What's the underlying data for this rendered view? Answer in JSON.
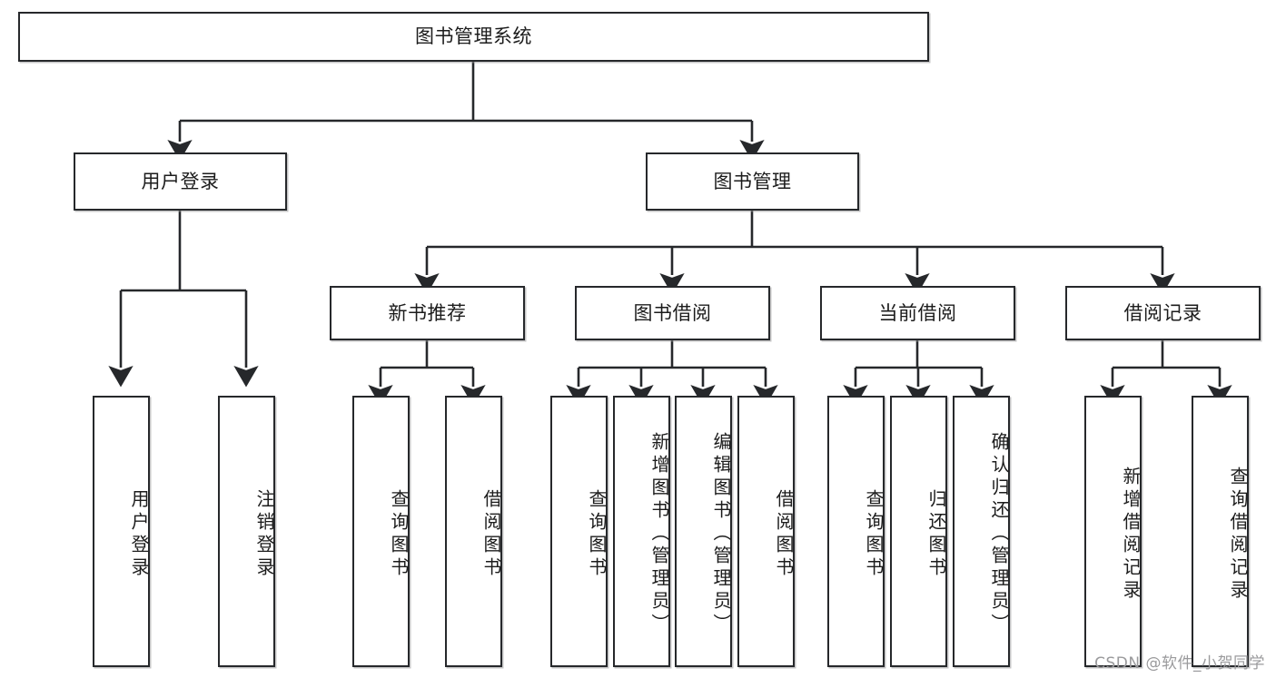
{
  "diagram": {
    "title": "图书管理系统",
    "watermark": "CSDN @软件_小贺同学",
    "colors": {
      "box_border": "#26282b",
      "box_fill": "#ffffff",
      "connector": "#26282b",
      "watermark": "#9a9a9c",
      "background": "#ffffff"
    },
    "root": {
      "label": "图书管理系统"
    },
    "level2": [
      {
        "label": "用户登录"
      },
      {
        "label": "图书管理"
      }
    ],
    "level3": [
      {
        "label": "新书推荐"
      },
      {
        "label": "图书借阅"
      },
      {
        "label": "当前借阅"
      },
      {
        "label": "借阅记录"
      }
    ],
    "leaves": {
      "user_login": [
        {
          "label": "用户登录"
        },
        {
          "label": "注销登录"
        }
      ],
      "new_book_recommend": [
        {
          "label": "查询图书"
        },
        {
          "label": "借阅图书"
        }
      ],
      "book_borrow": [
        {
          "label": "查询图书"
        },
        {
          "label": "新增图书（管理员）"
        },
        {
          "label": "编辑图书（管理员）"
        },
        {
          "label": "借阅图书"
        }
      ],
      "current_borrow": [
        {
          "label": "查询图书"
        },
        {
          "label": "归还图书"
        },
        {
          "label": "确认归还（管理员）"
        }
      ],
      "borrow_record": [
        {
          "label": "新增借阅记录"
        },
        {
          "label": "查询借阅记录"
        }
      ]
    }
  }
}
